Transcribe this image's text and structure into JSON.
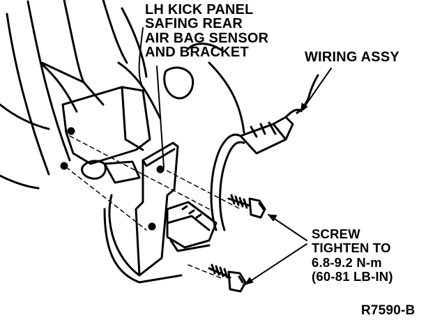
{
  "callouts": {
    "sensor": [
      "LH KICK PANEL",
      "SAFING REAR",
      "AIR BAG SENSOR",
      "AND BRACKET"
    ],
    "wiring": [
      "WIRING ASSY"
    ],
    "screw": [
      "SCREW",
      "TIGHTEN TO",
      "6.8-9.2 N-m",
      "(60-81 LB-IN)"
    ]
  },
  "figure_id": "R7590-B"
}
